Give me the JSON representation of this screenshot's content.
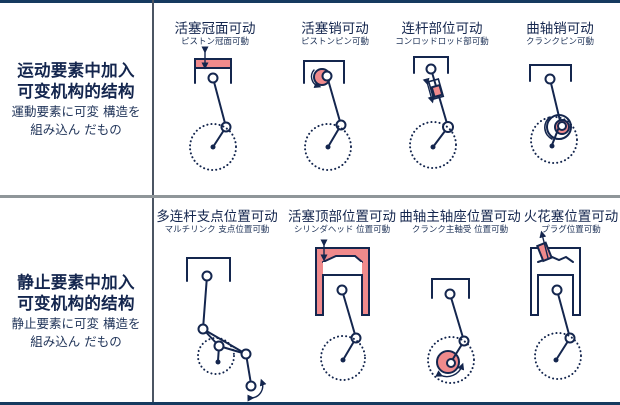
{
  "rows": [
    {
      "title_line1": "运动要素中加入",
      "title_line2": "可变机构的结构",
      "sub_line1": "運動要素に可変 構造を",
      "sub_line2": "組み込ん だもの",
      "items": [
        {
          "cn": "活塞冠面可动",
          "jp": "ピストン冠面可動",
          "diagram": "piston-crown-movable"
        },
        {
          "cn": "活塞销可动",
          "jp": "ピストンピン可動",
          "diagram": "piston-pin-movable"
        },
        {
          "cn": "连杆部位可动",
          "jp": "コンロッドロッド部可動",
          "diagram": "conrod-movable"
        },
        {
          "cn": "曲轴销可动",
          "jp": "クランクピン可動",
          "diagram": "crank-pin-movable"
        }
      ]
    },
    {
      "title_line1": "静止要素中加入",
      "title_line2": "可变机构的结构",
      "sub_line1": "静止要素に可変 構造を",
      "sub_line2": "組み込ん だもの",
      "items": [
        {
          "cn": "多连杆支点位置可动",
          "jp": "マルチリンク 支点位置可動",
          "diagram": "multilink-pivot-movable"
        },
        {
          "cn": "活塞顶部位置可动",
          "jp": "シリンダヘッド 位置可動",
          "diagram": "cylinder-head-movable"
        },
        {
          "cn": "曲轴主轴座位置可动",
          "jp": "クランク主軸受 位置可動",
          "diagram": "crank-main-bearing-movable"
        },
        {
          "cn": "火花塞位置可动",
          "jp": "プラグ位置可動",
          "diagram": "spark-plug-movable"
        }
      ]
    }
  ],
  "colors": {
    "navy": "#14264e",
    "highlight": "#f08a8c",
    "divider": "#8f9699",
    "border": "#163a5f"
  }
}
